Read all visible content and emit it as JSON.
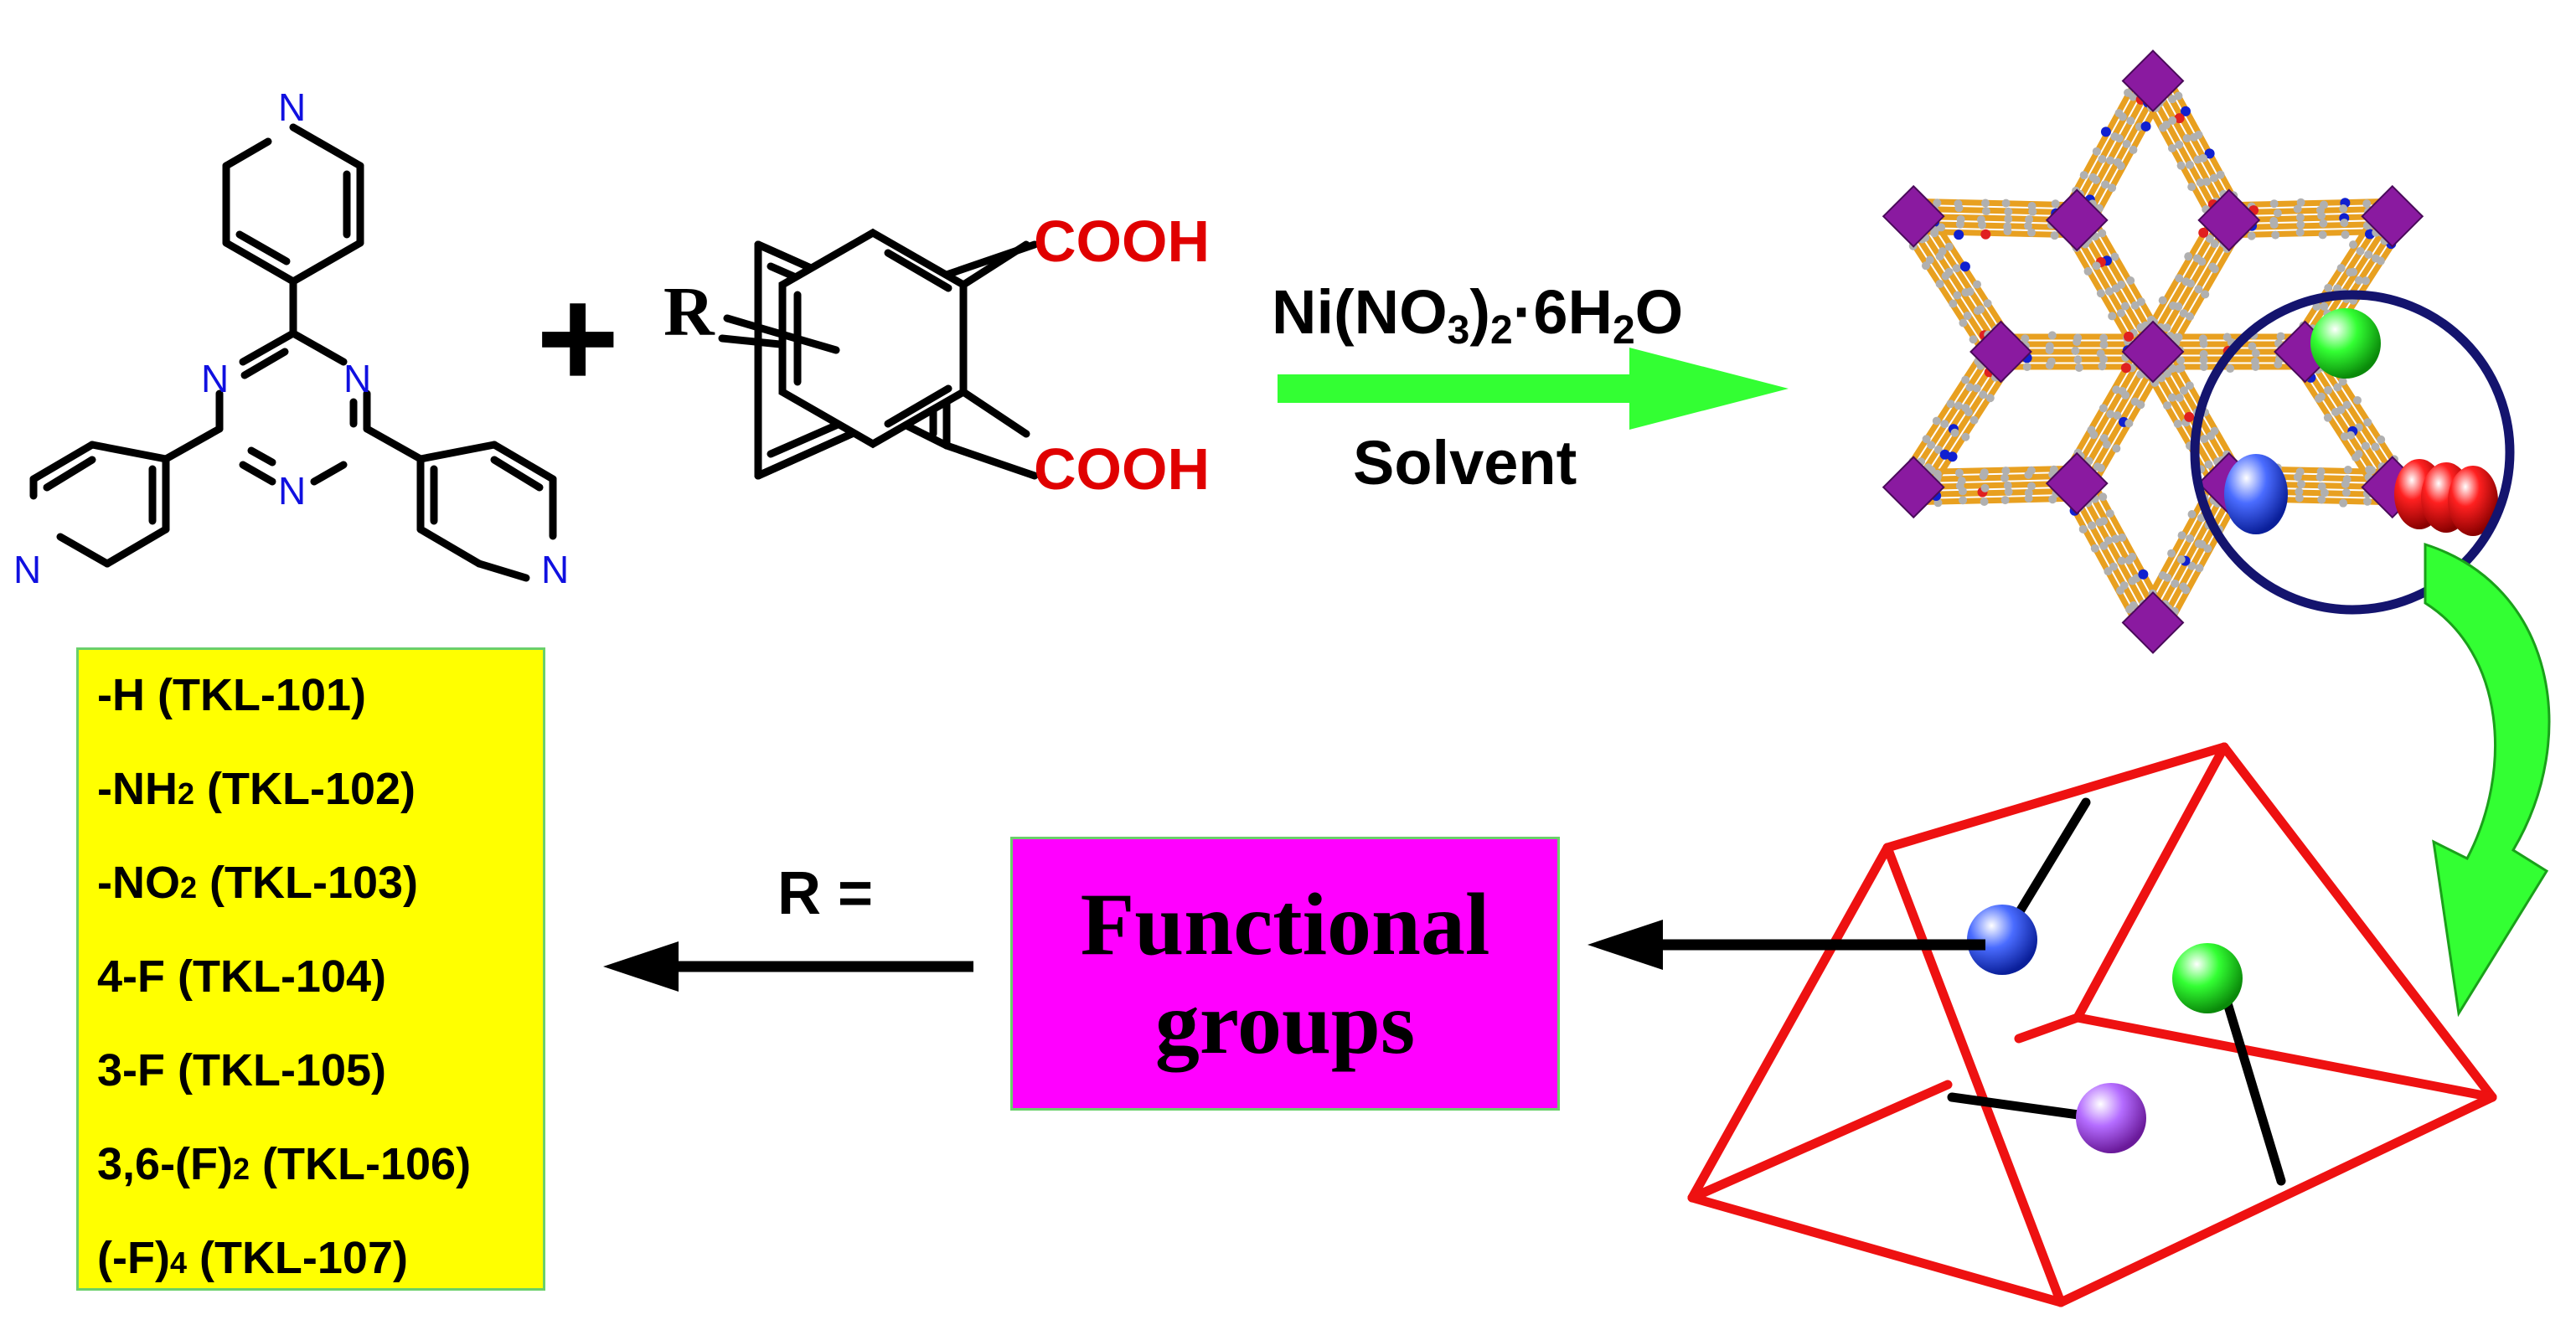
{
  "reactant1": {
    "atom_labels": [
      "N",
      "N",
      "N",
      "N",
      "N",
      "N"
    ]
  },
  "plus_sign": "+",
  "reactant2": {
    "substituent": "R",
    "acid_group_top": "COOH",
    "acid_group_bottom": "COOH"
  },
  "reaction": {
    "reagent_main": "Ni(NO",
    "reagent_sub1": "3",
    "reagent_mid": ")",
    "reagent_sub2": "2",
    "reagent_tail": "·6H",
    "reagent_sub3": "2",
    "reagent_end": "O",
    "condition": "Solvent"
  },
  "r_equals": "R =",
  "functional_groups": {
    "line1": "Functional",
    "line2": "groups"
  },
  "r_list": [
    {
      "pre": "-H (TKL-101)",
      "sub": "",
      "post": ""
    },
    {
      "pre": "-NH",
      "sub": "2",
      "post": " (TKL-102)"
    },
    {
      "pre": "-NO",
      "sub": "2",
      "post": " (TKL-103)"
    },
    {
      "pre": "4-F (TKL-104)",
      "sub": "",
      "post": ""
    },
    {
      "pre": "3-F (TKL-105)",
      "sub": "",
      "post": ""
    },
    {
      "pre": "3,6-(F)",
      "sub": "2",
      "post": " (TKL-106)"
    },
    {
      "pre": "(-F)",
      "sub": "4",
      "post": " (TKL-107)"
    }
  ],
  "colors": {
    "acid": "#e00000",
    "nitrogen": "#1010e0",
    "reaction_arrow": "#33ff33",
    "r_list_bg": "#ffff00",
    "functional_box": "#ff00ff",
    "cage_edges": "#ee1111",
    "ring_highlight": "#14146e"
  }
}
